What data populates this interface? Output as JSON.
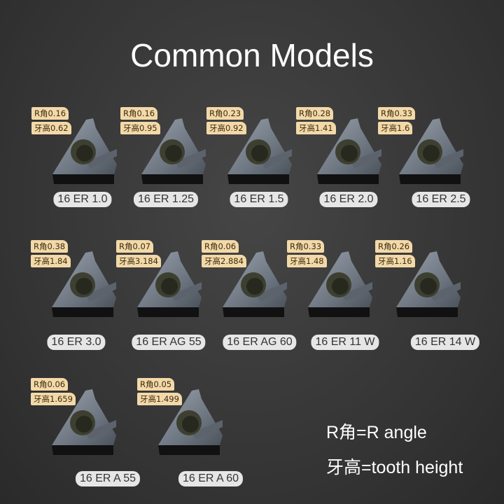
{
  "title": "Common Models",
  "items": [
    {
      "r": "R角0.16",
      "t": "牙高0.62",
      "model": "16 ER 1.0"
    },
    {
      "r": "R角0.16",
      "t": "牙高0.95",
      "model": "16 ER 1.25"
    },
    {
      "r": "R角0.23",
      "t": "牙高0.92",
      "model": "16 ER 1.5"
    },
    {
      "r": "R角0.28",
      "t": "牙高1.41",
      "model": "16 ER 2.0"
    },
    {
      "r": "R角0.33",
      "t": "牙高1.6",
      "model": "16 ER 2.5"
    },
    {
      "r": "R角0.38",
      "t": "牙高1.84",
      "model": "16 ER 3.0"
    },
    {
      "r": "R角0.07",
      "t": "牙高3.184",
      "model": "16 ER AG 55"
    },
    {
      "r": "R角0.06",
      "t": "牙高2.884",
      "model": "16 ER AG 60"
    },
    {
      "r": "R角0.33",
      "t": "牙高1.48",
      "model": "16 ER 11 W"
    },
    {
      "r": "R角0.26",
      "t": "牙高1.16",
      "model": "16 ER 14 W"
    },
    {
      "r": "R角0.06",
      "t": "牙高1.659",
      "model": "16 ER A 55"
    },
    {
      "r": "R角0.05",
      "t": "牙高1.499",
      "model": "16 ER A 60"
    }
  ],
  "legend": {
    "r_angle": "R角=R angle",
    "tooth_height": "牙高=tooth height"
  }
}
